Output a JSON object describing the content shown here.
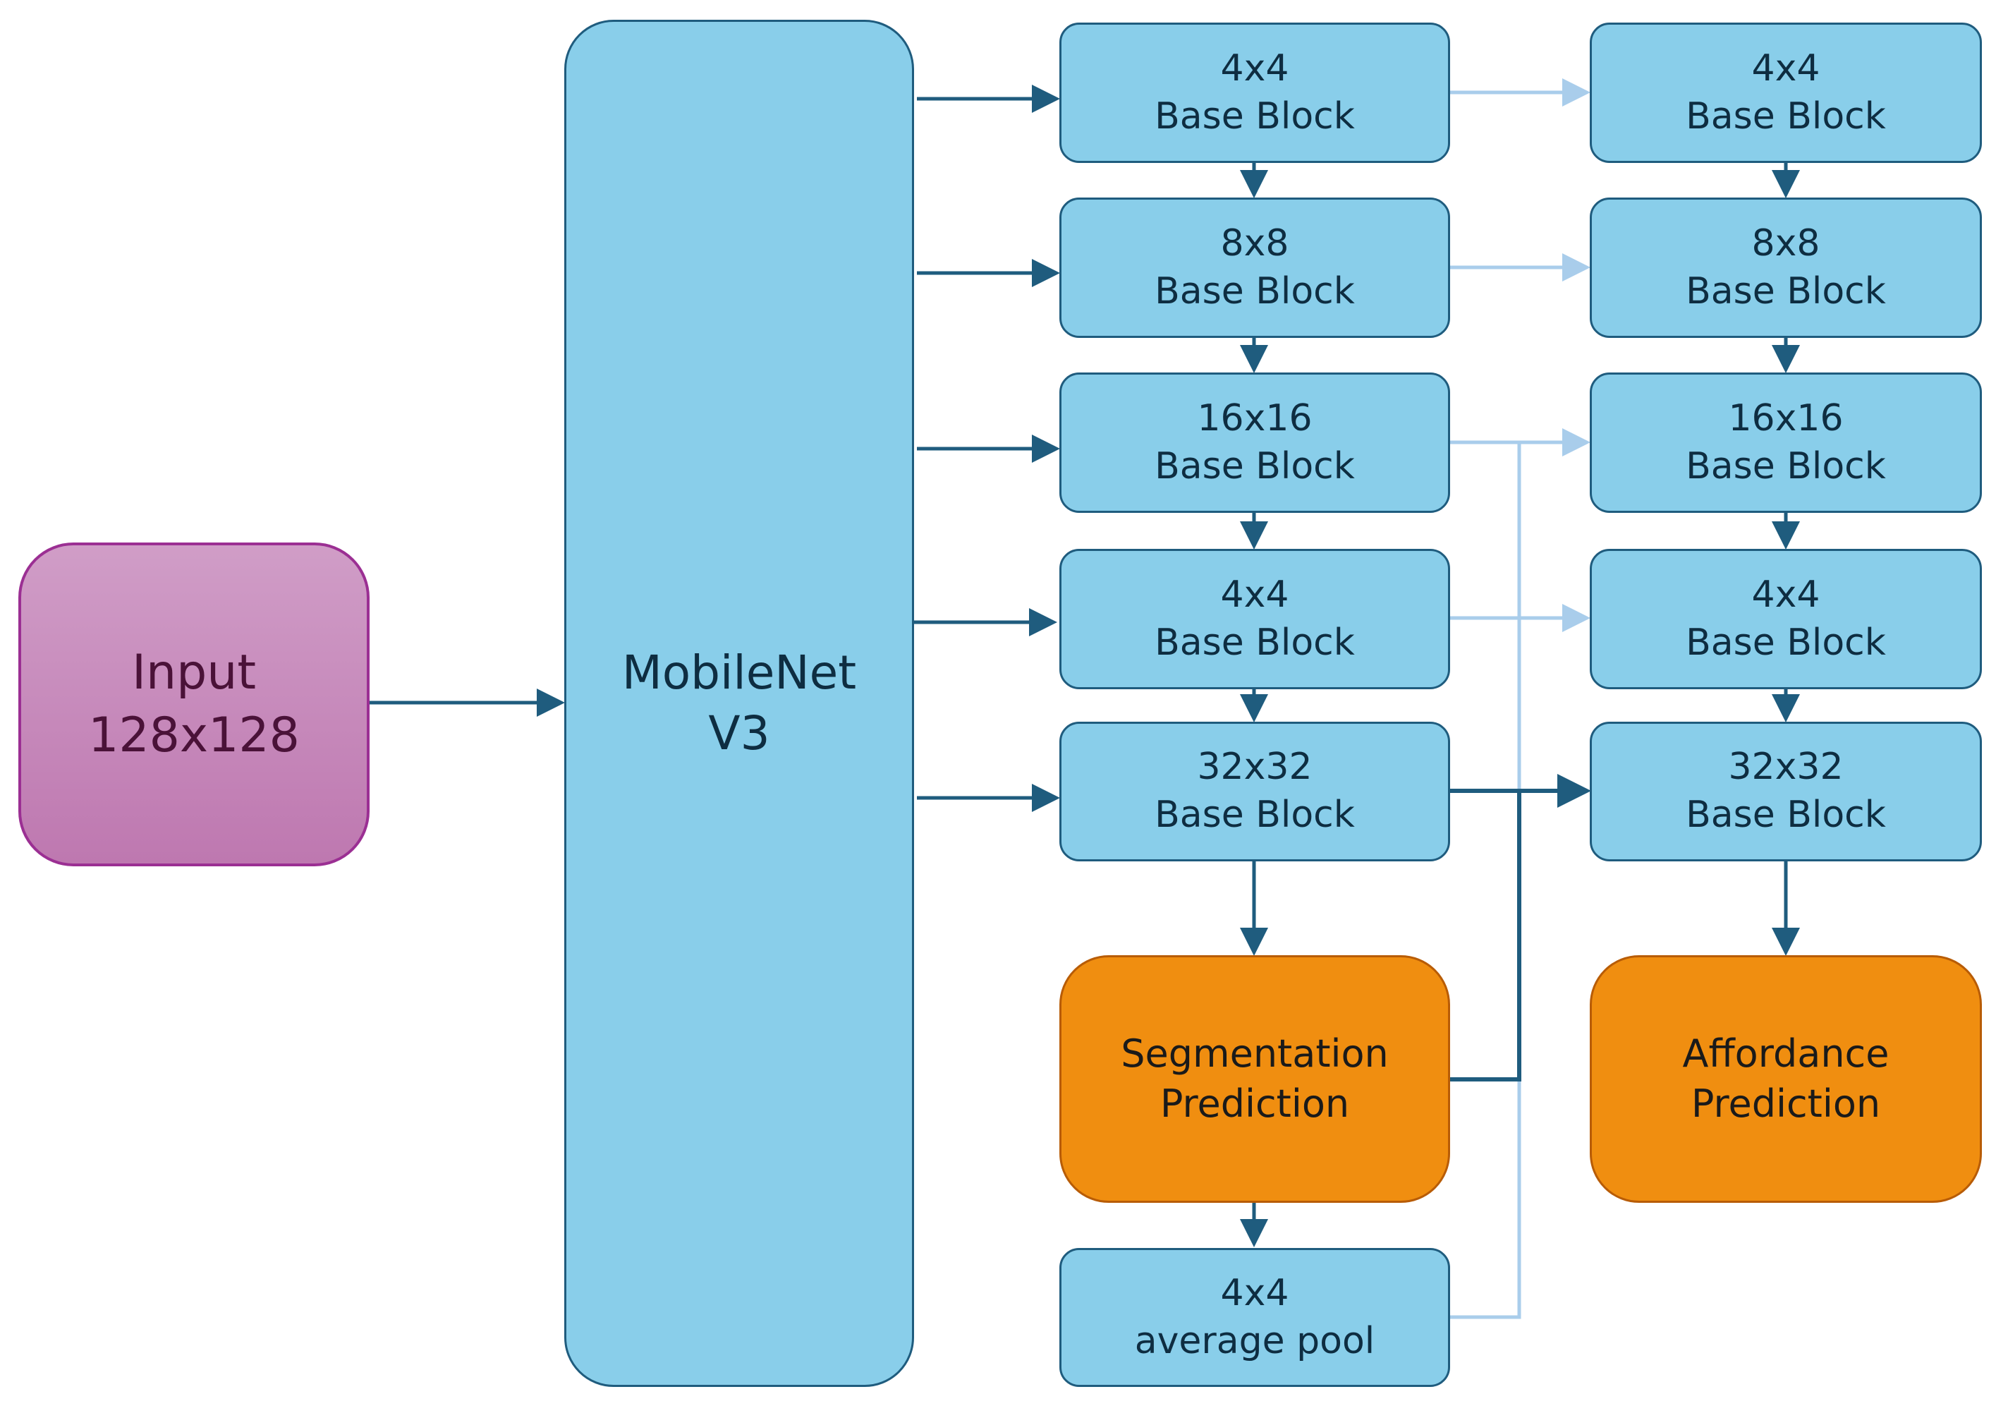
{
  "colors": {
    "block_fill": "#89CEEA",
    "block_border": "#1F5C7E",
    "input_fill": "#C88BBE",
    "input_border": "#9B2F93",
    "prediction_fill": "#F08E10",
    "arrow_dark": "#1F5C7E",
    "arrow_light": "#A9CDEB"
  },
  "input": {
    "line1": "Input",
    "line2": "128x128"
  },
  "backbone": {
    "line1": "MobileNet",
    "line2": "V3"
  },
  "left_column": [
    {
      "line1": "4x4",
      "line2": "Base Block"
    },
    {
      "line1": "8x8",
      "line2": "Base Block"
    },
    {
      "line1": "16x16",
      "line2": "Base Block"
    },
    {
      "line1": "4x4",
      "line2": "Base Block"
    },
    {
      "line1": "32x32",
      "line2": "Base Block"
    }
  ],
  "right_column": [
    {
      "line1": "4x4",
      "line2": "Base Block"
    },
    {
      "line1": "8x8",
      "line2": "Base Block"
    },
    {
      "line1": "16x16",
      "line2": "Base Block"
    },
    {
      "line1": "4x4",
      "line2": "Base Block"
    },
    {
      "line1": "32x32",
      "line2": "Base Block"
    }
  ],
  "segmentation": {
    "line1": "Segmentation",
    "line2": "Prediction"
  },
  "affordance": {
    "line1": "Affordance",
    "line2": "Prediction"
  },
  "pool": {
    "line1": "4x4",
    "line2": "average pool"
  }
}
